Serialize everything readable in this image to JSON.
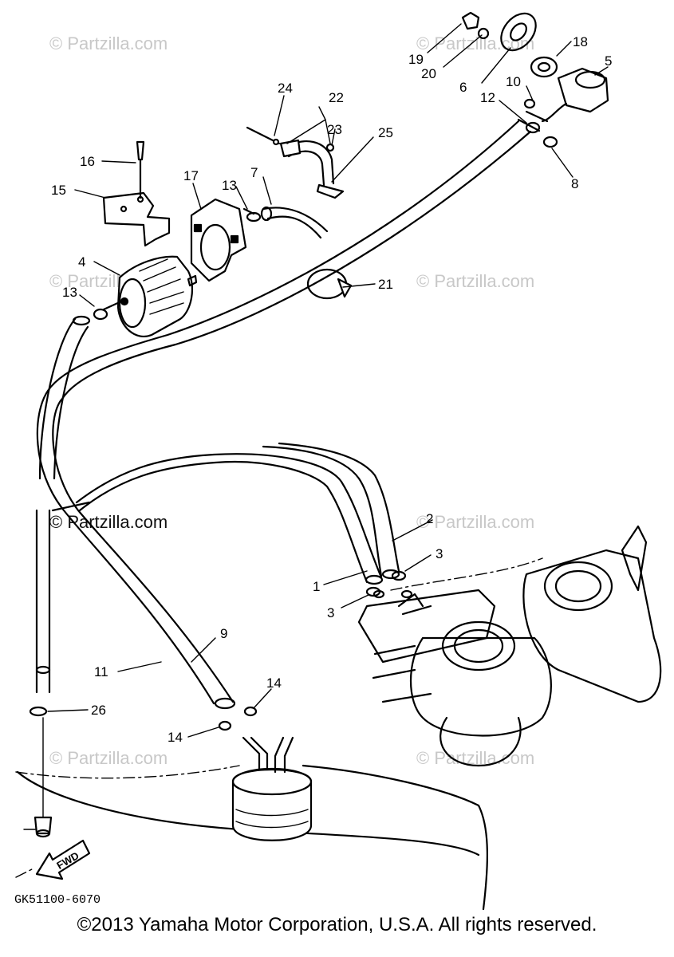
{
  "diagram": {
    "part_code": "GK51100-6070",
    "direction_label": "FWD",
    "watermark": "© Partzilla.com",
    "watermark_highlight": "© Partzilla.com",
    "callouts": [
      "1",
      "2",
      "3",
      "3",
      "4",
      "5",
      "6",
      "7",
      "8",
      "9",
      "10",
      "11",
      "12",
      "13",
      "13",
      "14",
      "14",
      "15",
      "16",
      "17",
      "18",
      "19",
      "20",
      "21",
      "22",
      "23",
      "24",
      "25",
      "26"
    ]
  },
  "footer": {
    "copyright": "©2013 Yamaha Motor Corporation, U.S.A. All rights reserved."
  }
}
